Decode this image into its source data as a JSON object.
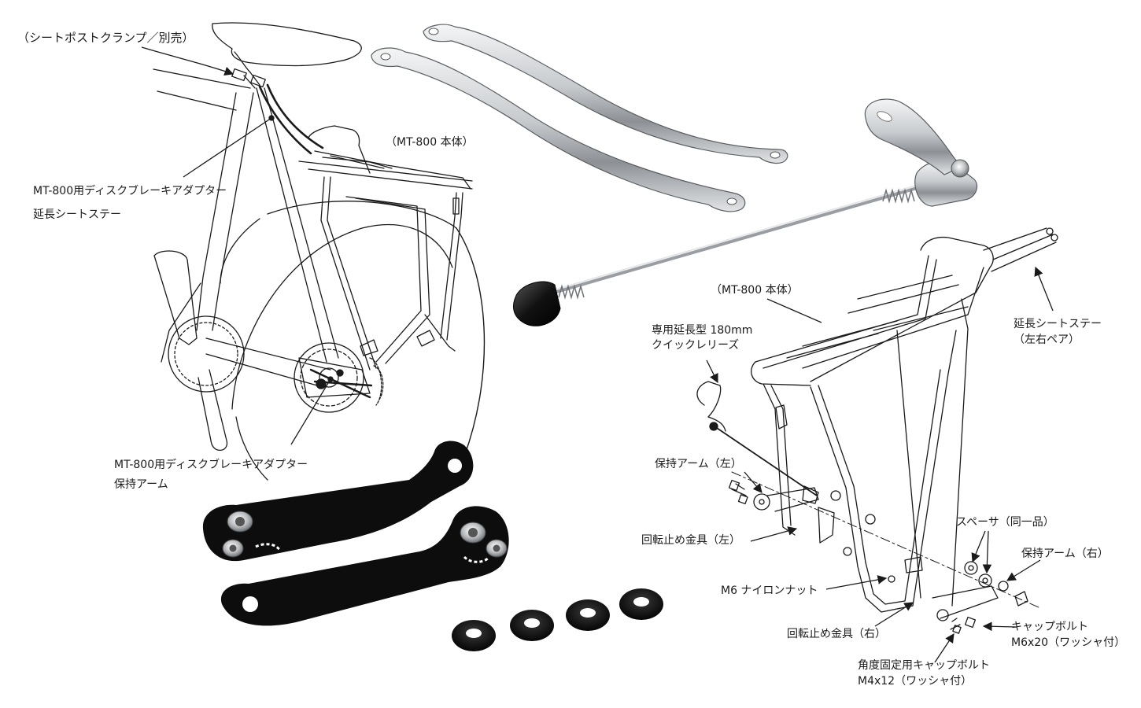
{
  "labels": {
    "seatpost_clamp": "（シートポストクランプ／別売）",
    "rack_body_left": "（MT-800 本体）",
    "adapter_stay_line1": "MT-800用ディスクブレーキアダプター",
    "adapter_stay_line2": "延長シートステー",
    "adapter_arm_line1": "MT-800用ディスクブレーキアダプター",
    "adapter_arm_line2": "保持アーム",
    "rack_body_right": "（MT-800 本体）",
    "ext_stay_line1": "延長シートステー",
    "ext_stay_line2": "（左右ペア）",
    "qr_line1": "専用延長型 180mm",
    "qr_line2": "クイックレリーズ",
    "arm_left": "保持アーム（左）",
    "anti_rot_left": "回転止め金具（左）",
    "spacer": "スペーサ（同一品）",
    "arm_right": "保持アーム（右）",
    "nylon_nut": "M6 ナイロンナット",
    "anti_rot_right": "回転止め金具（右）",
    "cap_bolt_line1": "キャップボルト",
    "cap_bolt_line2": "M6x20（ワッシャ付）",
    "angle_bolt_line1": "角度固定用キャップボルト",
    "angle_bolt_line2": "M4x12（ワッシャ付）"
  },
  "colors": {
    "line": "#1a1a1a",
    "steel": "#c9ccd0",
    "black_part": "#111111"
  }
}
